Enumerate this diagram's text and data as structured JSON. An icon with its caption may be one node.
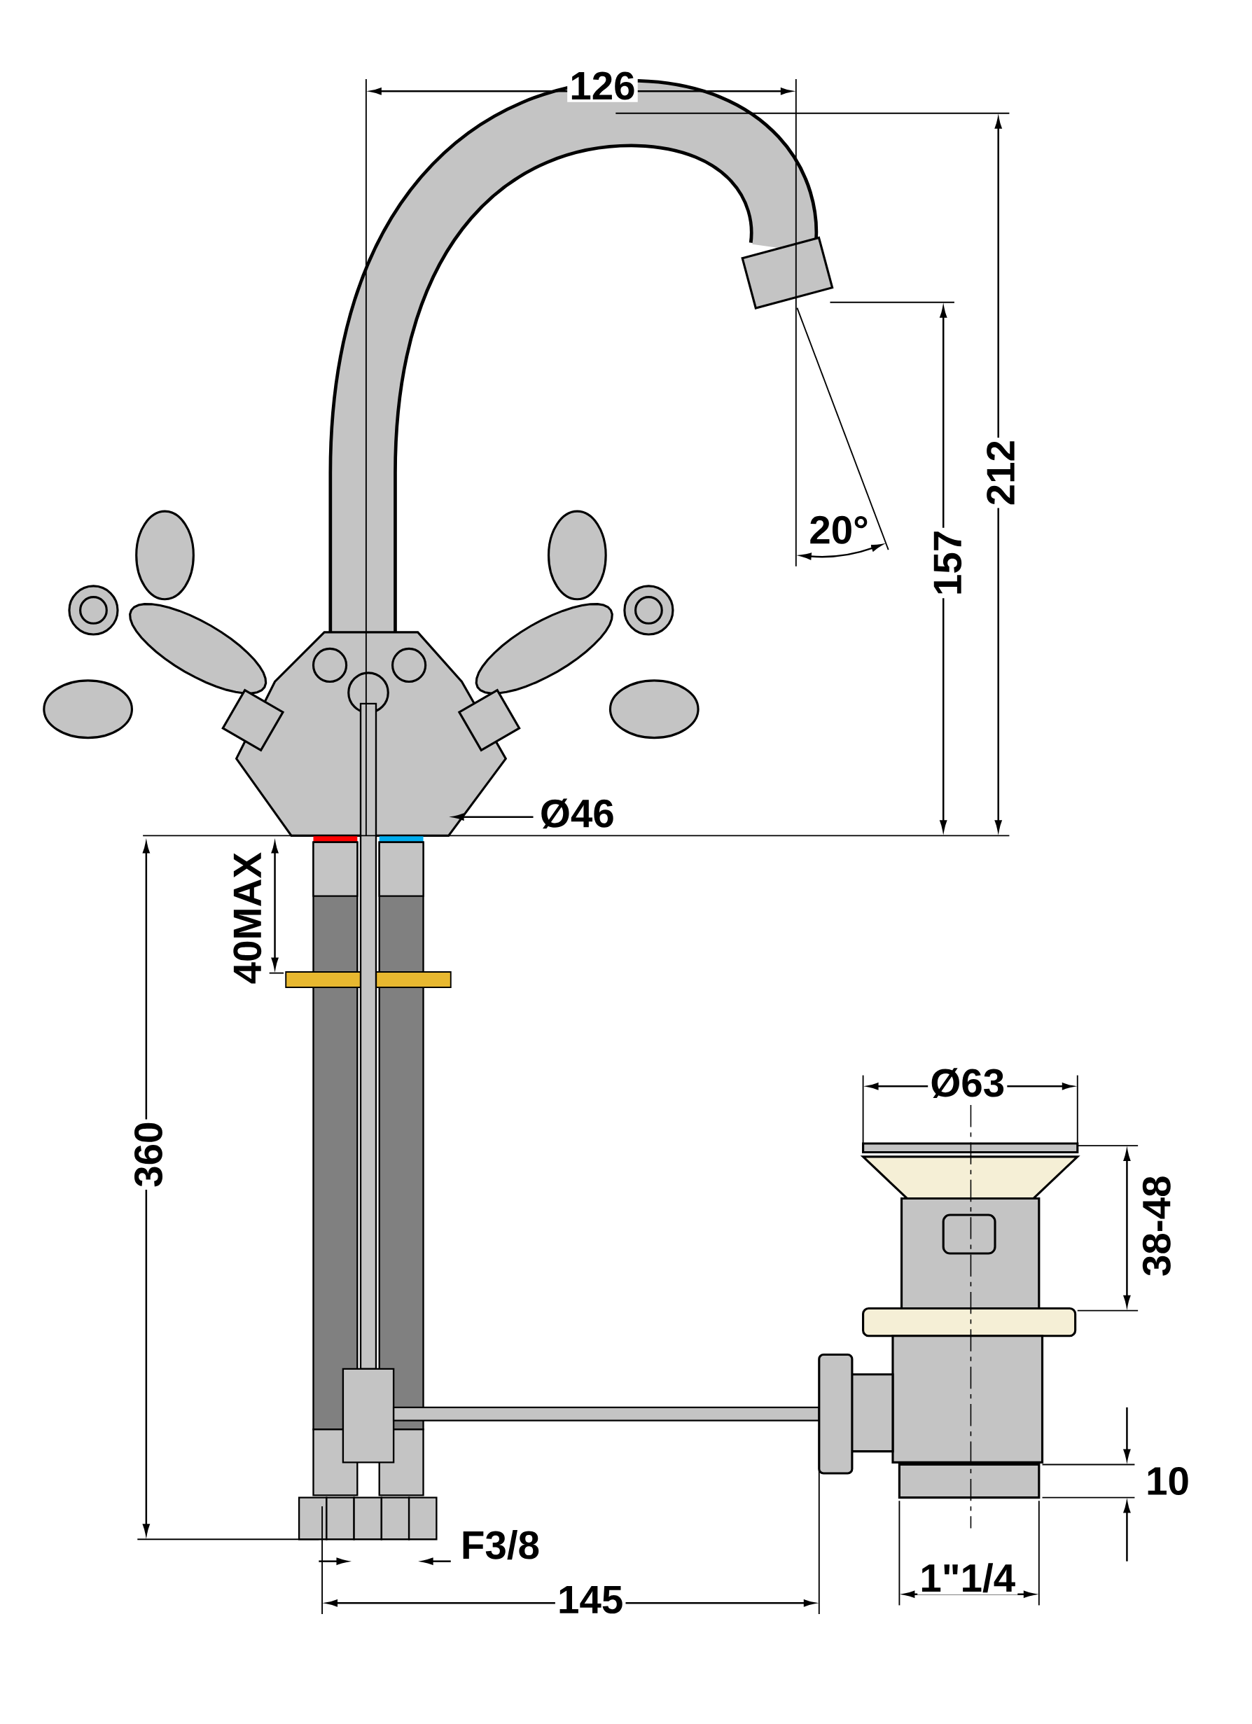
{
  "diagram": {
    "labels": [
      "126",
      "212",
      "20°",
      "157",
      "Ø46",
      "40MAX",
      "360",
      "Ø63",
      "38-48",
      "10",
      "F3/8",
      "145",
      "1\"1/4"
    ]
  }
}
